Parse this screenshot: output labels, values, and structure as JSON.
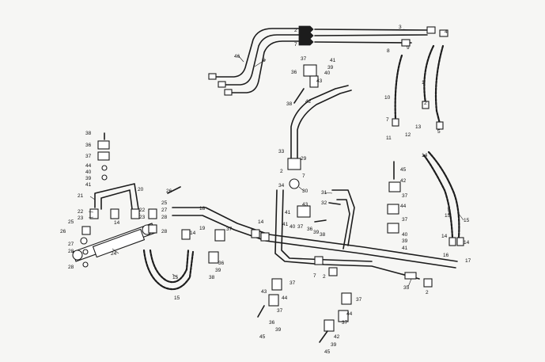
{
  "labels": [
    "1",
    "2",
    "3",
    "4",
    "5",
    "6",
    "7",
    "8",
    "9",
    "10",
    "11",
    "12",
    "13",
    "14",
    "15",
    "16",
    "17",
    "18",
    "19",
    "20",
    "21",
    "22",
    "23",
    "24",
    "25",
    "26",
    "27",
    "28",
    "29",
    "30",
    "31",
    "32",
    "33",
    "34",
    "35",
    "36",
    "37",
    "38",
    "39",
    "40",
    "41",
    "42",
    "43",
    "44",
    "45",
    "46"
  ]
}
